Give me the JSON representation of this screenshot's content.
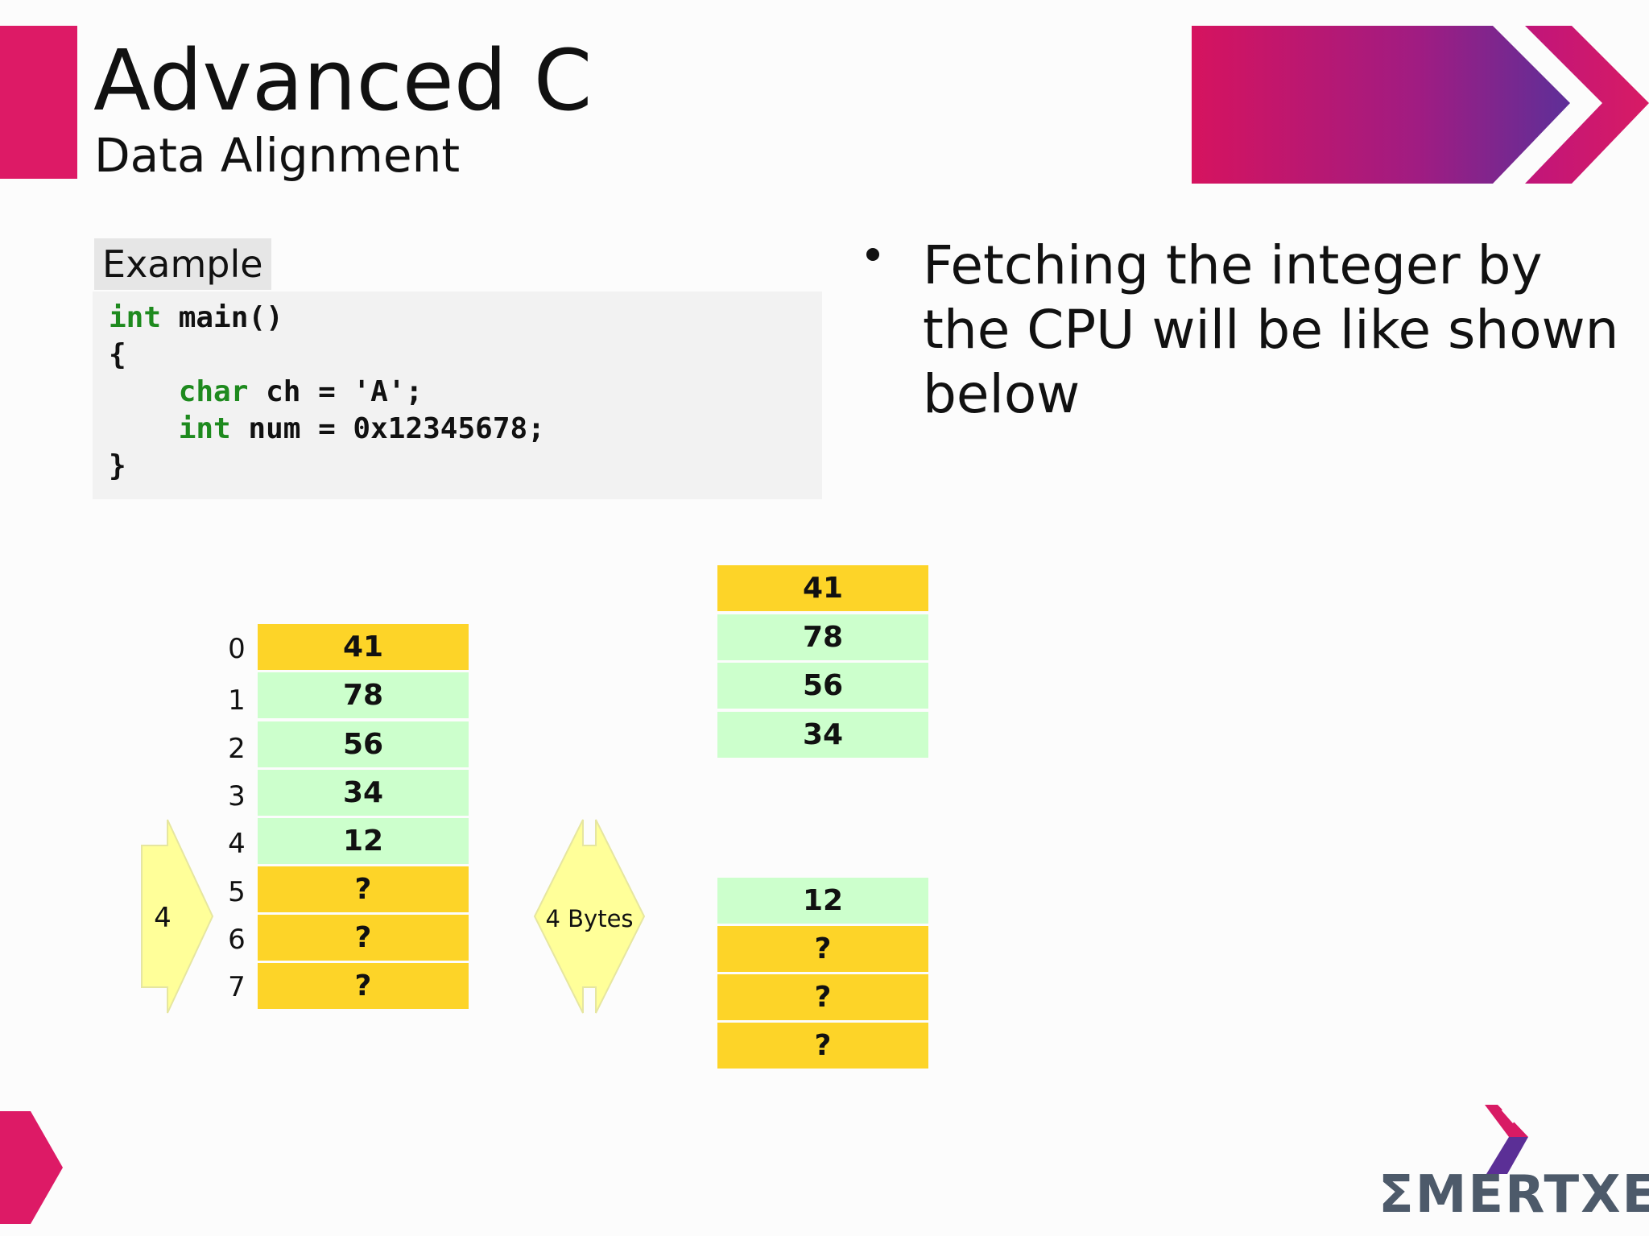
{
  "header": {
    "title": "Advanced C",
    "subtitle": "Data Alignment"
  },
  "example": {
    "label": "Example",
    "code": [
      {
        "kw": "int",
        "rest": " main()"
      },
      {
        "kw": "",
        "rest": "{"
      },
      {
        "kw": "    char",
        "rest": " ch = 'A';"
      },
      {
        "kw": "    int",
        "rest": " num = 0x12345678;"
      },
      {
        "kw": "",
        "rest": "}"
      }
    ]
  },
  "bullet": {
    "lines": [
      "Fetching the integer by",
      "the CPU will be like shown",
      "below"
    ]
  },
  "memory": {
    "indices": [
      "0",
      "1",
      "2",
      "3",
      "4",
      "5",
      "6",
      "7"
    ],
    "cells": [
      "41",
      "78",
      "56",
      "34",
      "12",
      "?",
      "?",
      "?"
    ]
  },
  "arrows": {
    "stride_label": "4",
    "bytes_label": "4 Bytes"
  },
  "fetch_1": {
    "cells": [
      "41",
      "78",
      "56",
      "34"
    ]
  },
  "fetch_2": {
    "cells": [
      "12",
      "?",
      "?",
      "?"
    ]
  },
  "logo": {
    "text": "ΣMERTXE"
  },
  "colors": {
    "brand_pink": "#dd1a66",
    "brand_purple": "#6e2f96",
    "char_cell": "#fdd428",
    "int_cell": "#ccffcc",
    "arrow_fill": "#ffff99",
    "keyword": "#1e8a1e"
  }
}
